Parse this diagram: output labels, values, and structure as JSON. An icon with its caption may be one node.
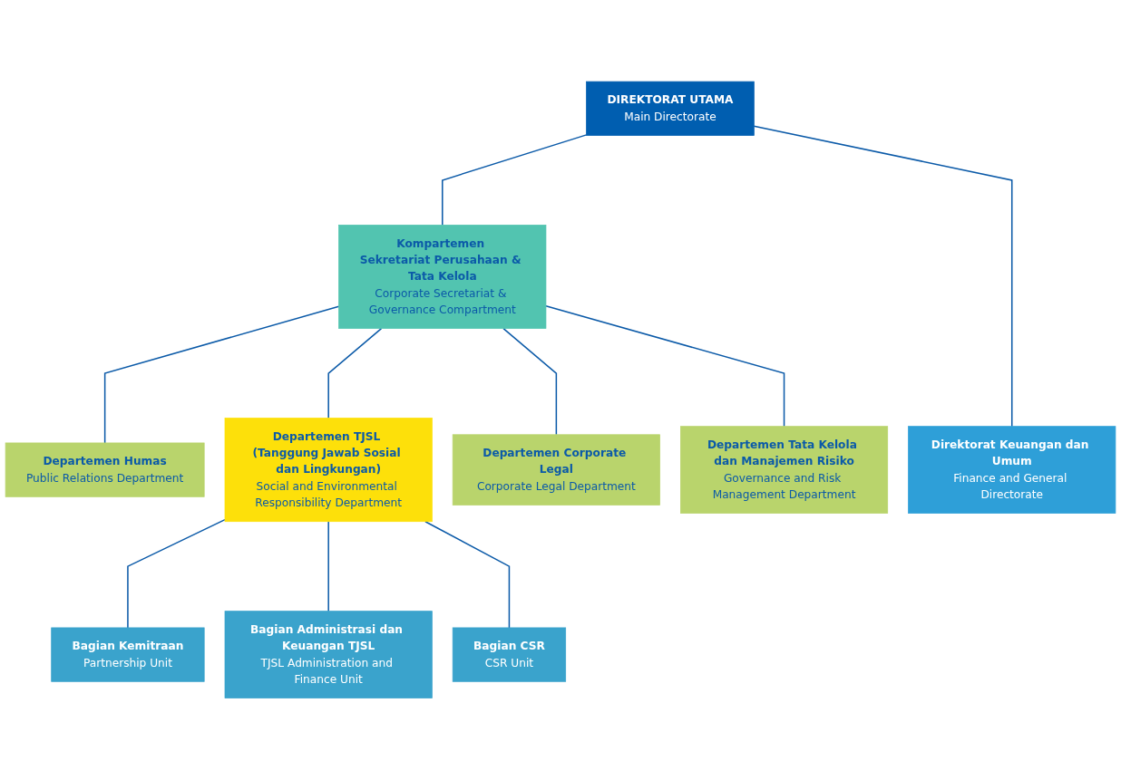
{
  "diagram": {
    "nodes": [
      {
        "text": [
          "DIREKTORAT UTAMA",
          "Main Directorate"
        ]
      },
      {
        "text": [
          "Direktorat Keuangan dan Umum",
          "Finance and General Directorate"
        ]
      },
      {
        "text": [
          "Kompartemen Sekretariat Perusahaan & Tata Kelola",
          "Corporate Secretariat & Governance Compartment"
        ]
      },
      {
        "text": [
          "Departemen Humas",
          "Public Relations Department"
        ]
      },
      {
        "text": [
          "Departemen TJSL (Tanggung Jawab Sosial dan Lingkungan)",
          "Social and Environmental Responsibility Department"
        ]
      },
      {
        "text": [
          "Departemen Corporate Legal",
          "Corporate Legal Department"
        ]
      },
      {
        "text": [
          "Departemen Tata Kelola dan Manajemen Risiko",
          "Governance and Risk Management Department"
        ]
      },
      {
        "text": [
          "Bagian Kemitraan",
          "Partnership Unit"
        ]
      },
      {
        "text": [
          "Bagian Administrasi dan Keuangan TJSL",
          "TJSL Administration and Finance Unit"
        ]
      },
      {
        "text": [
          "Bagian CSR",
          "CSR Unit"
        ]
      }
    ],
    "edges": [
      {
        "from": 0,
        "to": 1,
        "arrow": "none"
      },
      {
        "from": 0,
        "to": 2,
        "arrow": "none"
      },
      {
        "from": 2,
        "to": 3,
        "arrow": "none"
      },
      {
        "from": 2,
        "to": 4,
        "arrow": "none"
      },
      {
        "from": 2,
        "to": 5,
        "arrow": "none"
      },
      {
        "from": 2,
        "to": 6,
        "arrow": "none"
      },
      {
        "from": 4,
        "to": 7,
        "arrow": "none"
      },
      {
        "from": 4,
        "to": 8,
        "arrow": "none"
      },
      {
        "from": 4,
        "to": 9,
        "arrow": "none"
      }
    ]
  }
}
